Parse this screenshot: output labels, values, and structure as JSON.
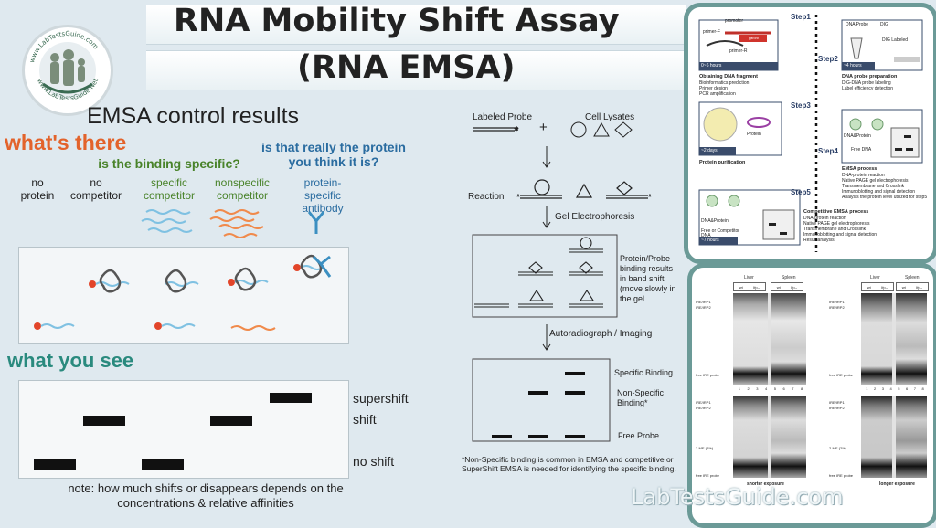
{
  "title_line1": "RNA Mobility Shift Assay",
  "title_line2": "(RNA EMSA)",
  "logo_text_top": "www.LabTestsGuide.com",
  "logo_text_bottom": "www.LabTestsGuide.Net",
  "left": {
    "heading": "EMSA control results",
    "whats_there": "what's there",
    "q_specific": "is the binding specific?",
    "q_protein": "is that really the protein you think it is?",
    "columns": [
      {
        "label": "no protein"
      },
      {
        "label": "no competitor"
      },
      {
        "label": "specific competitor",
        "color": "#49832a"
      },
      {
        "label": "nonspecific competitor",
        "color": "#49832a"
      },
      {
        "label": "protein-specific antibody",
        "color": "#2a6ca0"
      }
    ],
    "what_you_see": "what you see",
    "shift_labels": {
      "supershift": "supershift",
      "shift": "shift",
      "noshift": "no shift"
    },
    "note": "note: how much shifts or disappears depends on the concentrations & relative affinities"
  },
  "middle": {
    "labeled_probe": "Labeled Probe",
    "plus": "+",
    "cell_lysates": "Cell Lysates",
    "reaction": "Reaction",
    "gel": "Gel Electrophoresis",
    "band_shift_text": "Protein/Probe binding results in band shift (move slowly in the gel.",
    "imaging": "Autoradiograph / Imaging",
    "specific": "Specific Binding",
    "nonspecific": "Non-Specific Binding*",
    "free_probe": "Free Probe",
    "footnote": "*Non-Specific binding is common in EMSA and competitive or SuperShift EMSA  is needed for identifying the specific binding."
  },
  "right_top": {
    "steps": [
      "Step1",
      "Step2",
      "Step3",
      "Step4",
      "Step5"
    ],
    "s1_time": "0~6 hours",
    "s1_title": "Obtaining DNA fragment",
    "s1_items": [
      "Bioinformatics prediction",
      "Primer design",
      "PCR amplification"
    ],
    "s1_labels": {
      "promoter": "promoter",
      "primer_f": "primer-F",
      "primer_r": "primer-R",
      "gene": "gene"
    },
    "s2_time": "~4 hours",
    "s2_title": "DNA probe preparation",
    "s2_items": [
      "DIG-DNA probe labeling",
      "Label efficiency detection"
    ],
    "s2_labels": {
      "dna_probe": "DNA Probe",
      "dig": "DIG",
      "dig_labeled": "DIG Labeled"
    },
    "s3_time": "~2 days",
    "s3_title": "Protein purification",
    "s3_protein": "Protein",
    "s4_labels": {
      "dna_protein": "DNA&Protein",
      "free_dna": "Free DNA"
    },
    "s4_title": "EMSA process",
    "s4_items": [
      "DNA-protein reaction",
      "Native PAGE gel electrophoresis",
      "Transmembrane and Crosslink",
      "Immunoblotting and signal detection",
      "Analysis the protein level utilized for step5"
    ],
    "s5_time": "~7 hours",
    "s5_labels": {
      "dna_protein": "DNA&Protein",
      "free": "Free or Competitor DNA"
    },
    "s5_title": "Competitive EMSA process",
    "s5_items": [
      "DNA-protein reaction",
      "Native PAGE gel electrophoresis",
      "Transmembrane and Crosslink",
      "Immunoblotting and signal detection",
      "Result analysis"
    ]
  },
  "right_bottom": {
    "liver": "Liver",
    "spleen": "Spleen",
    "wt": "wt",
    "ko": "Ifp--",
    "lane_nums": [
      "1",
      "2",
      "3",
      "4",
      "5",
      "6",
      "7",
      "8"
    ],
    "label_a": "IRE/IRP1",
    "label_b": "IRE/IRP2",
    "free_probe": "free IRE probe",
    "mark_2": "2-ME (2%)",
    "shorter": "shorter exposure",
    "longer": "longer exposure"
  },
  "watermark": "LabTestsGuide.com"
}
